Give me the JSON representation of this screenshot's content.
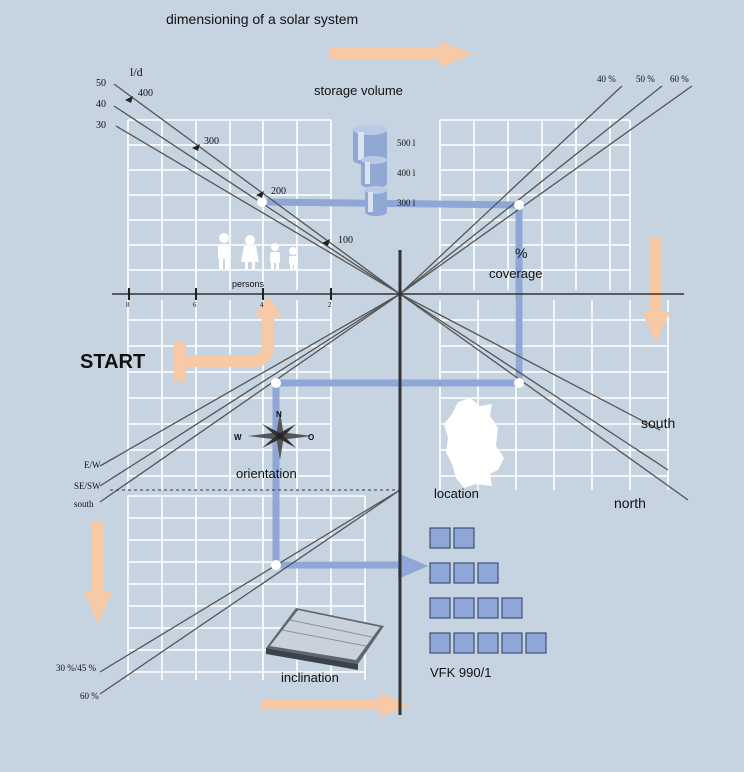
{
  "title": "dimensioning of a solar system",
  "labels": {
    "ld": "l/d",
    "storage_volume": "storage volume",
    "persons": "persons",
    "coverage_pct": "%",
    "coverage": "coverage",
    "start": "START",
    "orientation": "orientation",
    "location": "location",
    "south": "south",
    "north": "north",
    "inclination": "inclination",
    "collector_model": "VFK 990/1"
  },
  "consumption_scale": [
    "50",
    "40",
    "30"
  ],
  "consumption_points": [
    "400",
    "300",
    "200",
    "100"
  ],
  "tank_sizes": [
    "500 l",
    "400 l",
    "300 l"
  ],
  "coverage_scale": [
    "40 %",
    "50 %",
    "60 %"
  ],
  "persons_ticks": [
    "8",
    "6",
    "4",
    "2"
  ],
  "orientation_options": [
    "E/W",
    "SE/SW",
    "south"
  ],
  "compass": {
    "n": "N",
    "w": "W",
    "o": "O"
  },
  "inclination_options": [
    "30 %/45 %",
    "60 %"
  ],
  "collector_rows": [
    2,
    3,
    4,
    5
  ],
  "colors": {
    "background": "#c6d3e0",
    "grid": "#ffffff",
    "arrow": "#f7c9a6",
    "path": "#8fa7d6",
    "collector": "#8fa6d8",
    "axis": "#333333"
  }
}
